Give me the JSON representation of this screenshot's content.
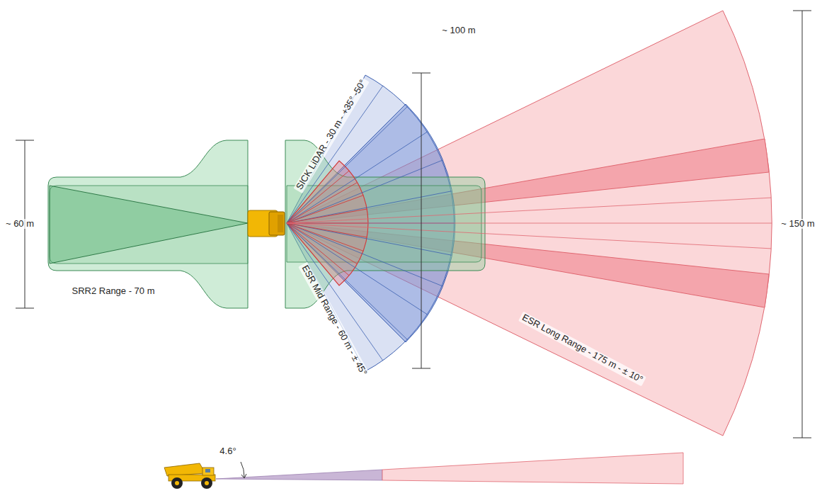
{
  "diagram": {
    "labels": [
      "~ 60 m",
      "SRR2 Range - 70 m",
      "SICK LiDAR - 30 m - +35° -50°",
      "~ 100 m",
      "ESR Mid Range - 60 m - ± 45°",
      "ESR Long Range - 175 m - ± 10°",
      "~ 150 m",
      "4.6°"
    ]
  }
}
